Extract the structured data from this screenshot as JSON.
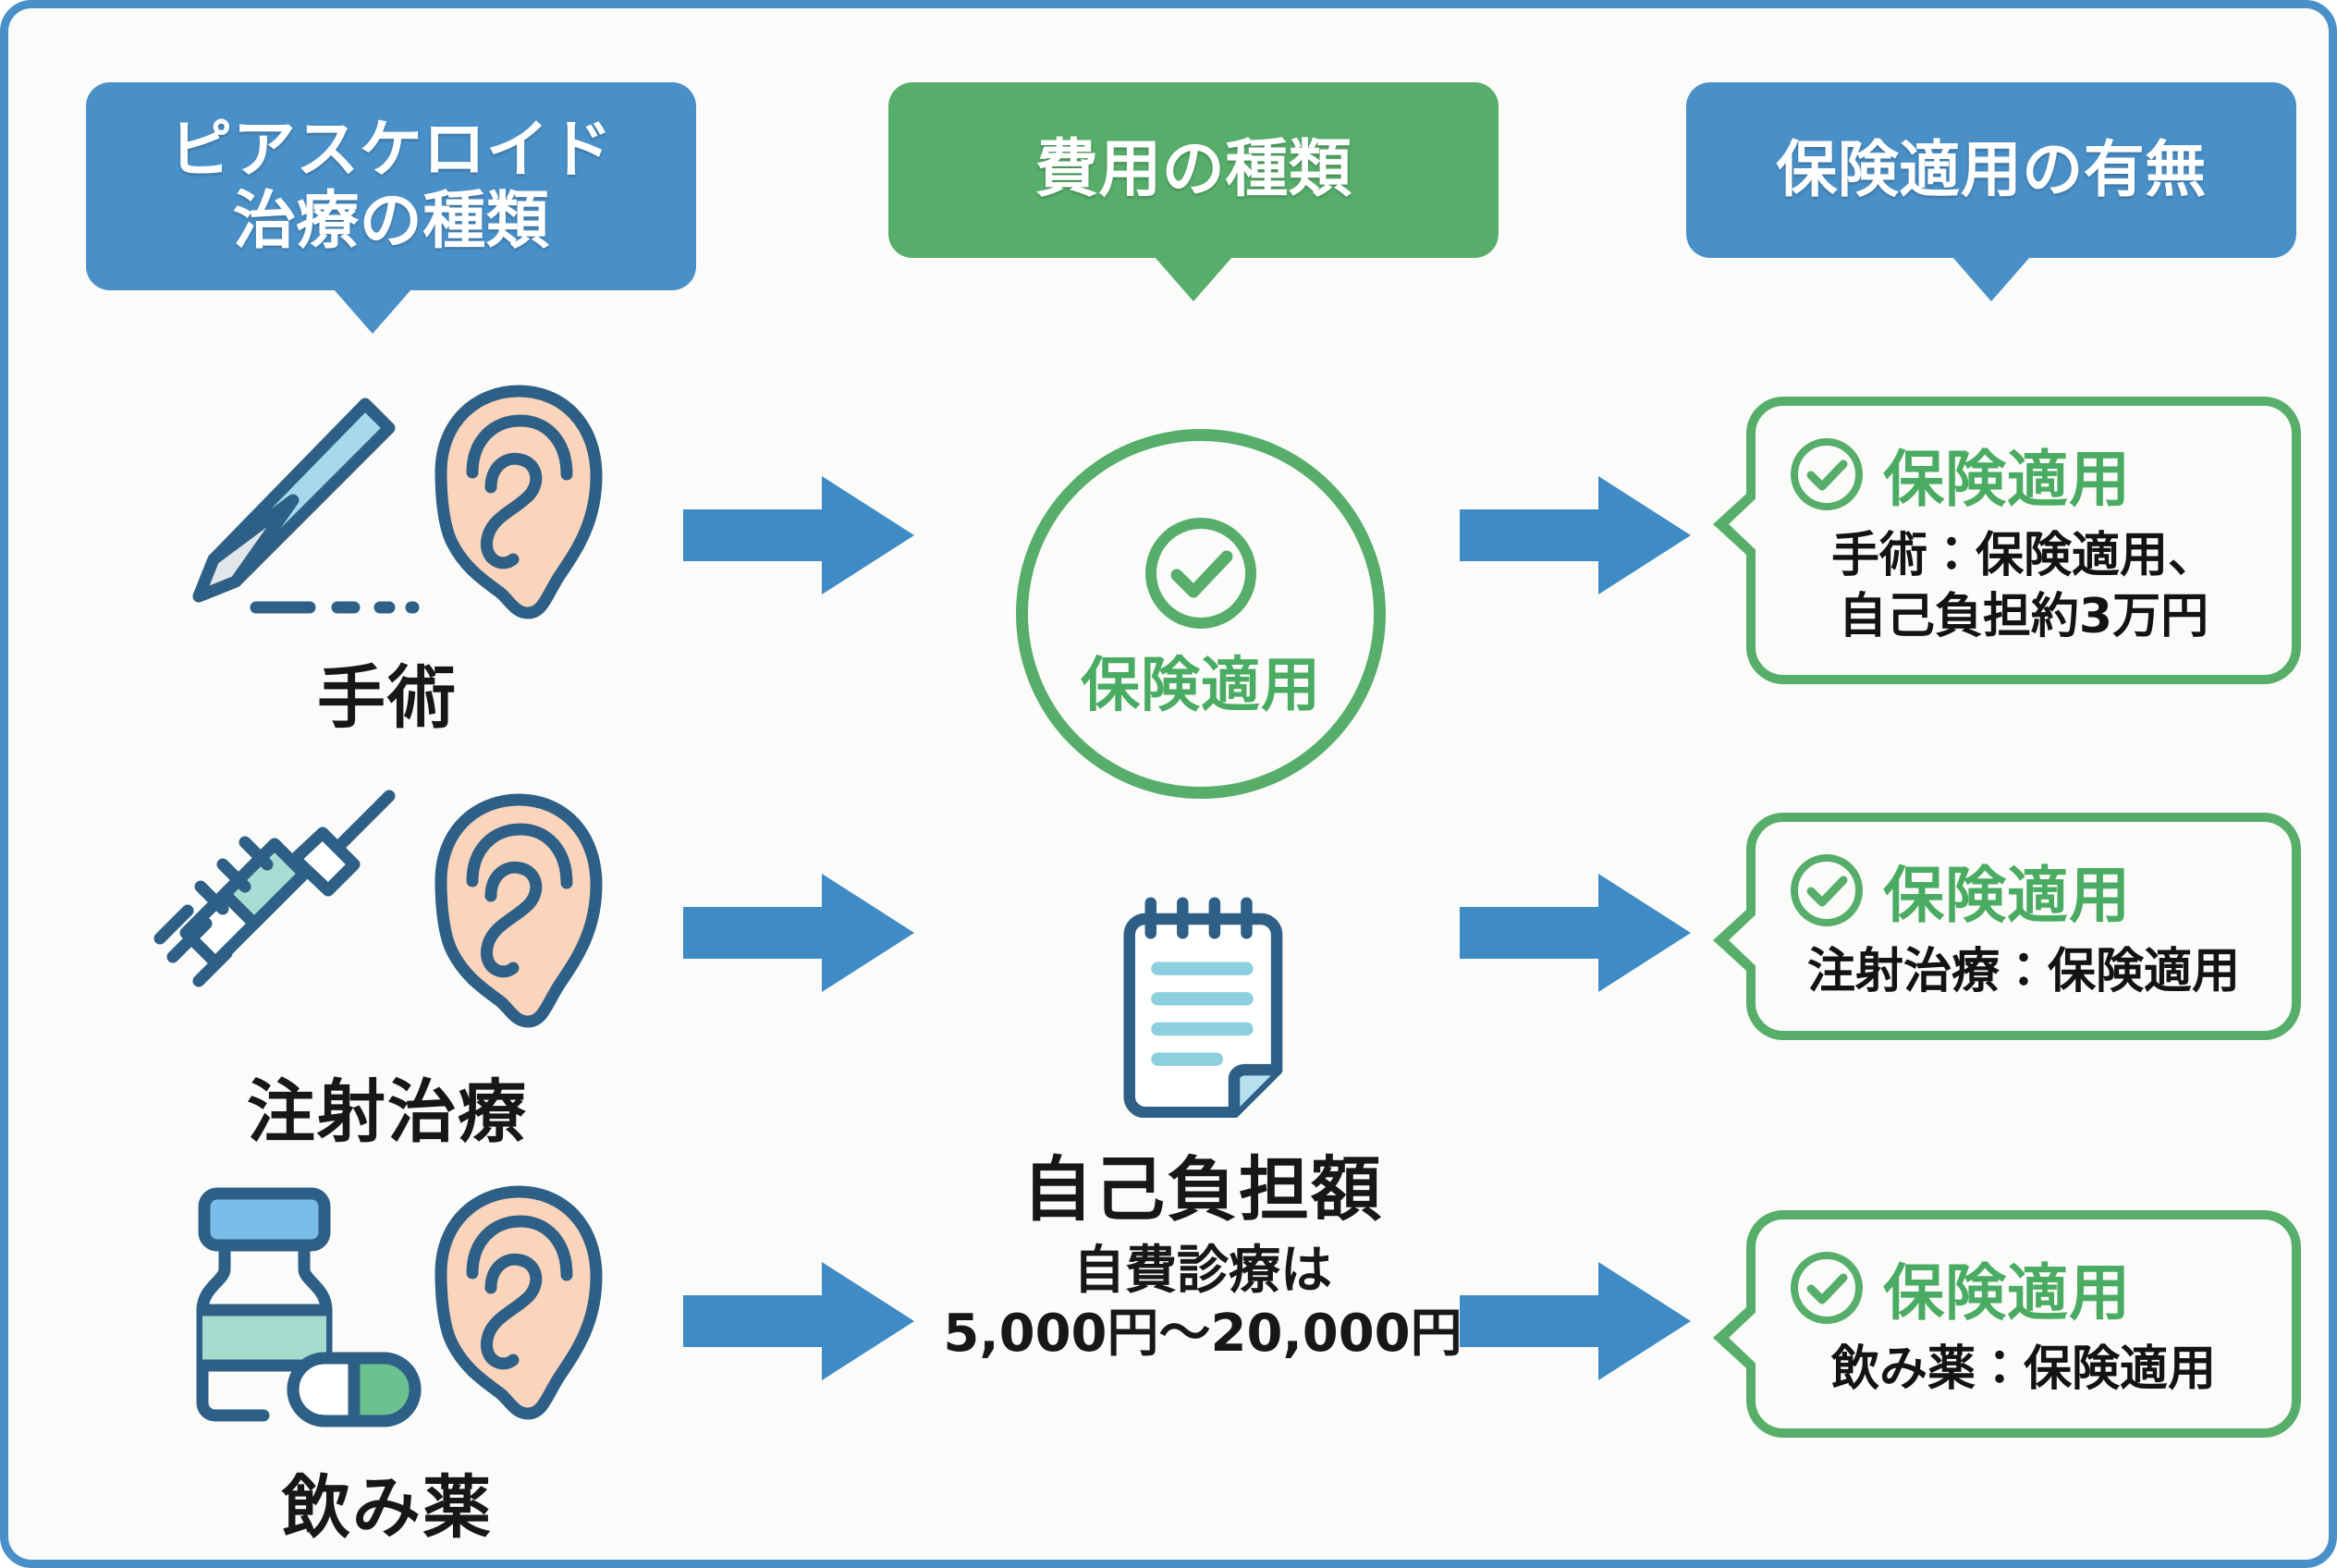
{
  "theme": {
    "blue": "#4a90c8",
    "green": "#57ae6a",
    "green_text": "#4aab63",
    "ink": "#17171a",
    "page_bg": "#fbfbf9",
    "ear_fill": "#fbd5bb",
    "outline": "#2e6087"
  },
  "columns": {
    "treatment_banner": "ピアスケロイド\n治療の種類",
    "treatment_banner_line1": "ピアスケロイド",
    "treatment_banner_line2": "治療の種類",
    "cost_banner": "費用の種類",
    "coverage_banner": "保険適用の有無"
  },
  "treatments": [
    {
      "label": "手術",
      "icon": "scalpel-ear-icon"
    },
    {
      "label": "注射治療",
      "icon": "syringe-ear-icon"
    },
    {
      "label": "飲み薬",
      "icon": "medicine-bottle-ear-icon"
    }
  ],
  "cost": {
    "badge_label": "保険適用",
    "badge_icon": "check-circle-icon",
    "doc_icon": "notepad-icon",
    "doc_title": "自己負担額",
    "doc_sub_line1": "自費診療は",
    "doc_sub_line2": "5,000円〜20,000円"
  },
  "coverage": [
    {
      "title": "保険適用",
      "icon": "check-circle-icon",
      "body_line1": "手術：保険適用、",
      "body_line2": "自己負担約3万円"
    },
    {
      "title": "保険適用",
      "icon": "check-circle-icon",
      "body_line1": "注射治療：保険適用",
      "body_line2": ""
    },
    {
      "title": "保険適用",
      "icon": "check-circle-icon",
      "body_line1": "飲み薬：保険適用",
      "body_line2": ""
    }
  ],
  "arrows": {
    "icon": "arrow-right-icon",
    "count": 6
  }
}
